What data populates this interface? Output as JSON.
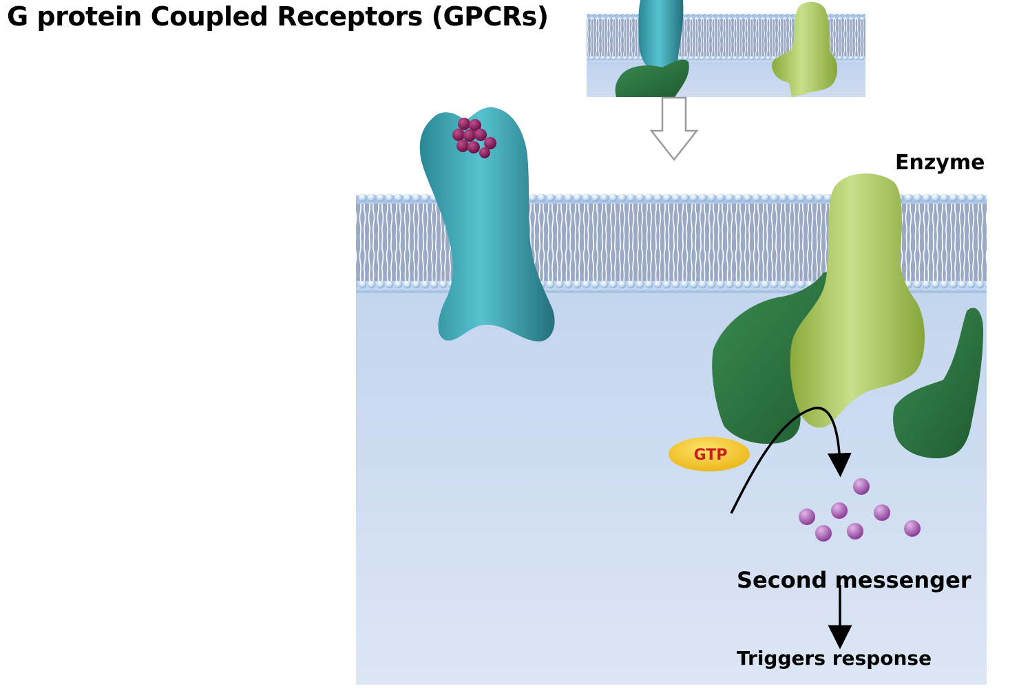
{
  "title": "G protein Coupled Receptors (GPCRs)",
  "labels": {
    "enzyme": "Enzyme",
    "gtp": "GTP",
    "second_messenger": "Second messenger",
    "triggers_response": "Triggers response"
  },
  "colors": {
    "cytoplasm": "#c3d5ee",
    "membrane_head": "#b8d3ec",
    "receptor": "#3fa6b5",
    "ligand": "#8a1e5e",
    "enzyme": "#a9c85a",
    "g_protein": "#2f7a43",
    "gtp_fill": "#f2c019",
    "gtp_text": "#c8201e",
    "second_messenger": "#9a5aa6"
  }
}
